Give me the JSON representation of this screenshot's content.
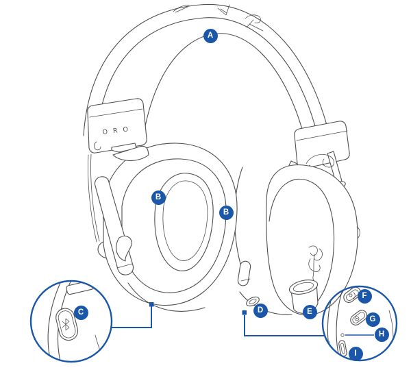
{
  "colors": {
    "accent": "#1a57a8",
    "line": "#4d4d4d",
    "background": "#ffffff"
  },
  "diagram": {
    "type": "product-callout-diagram",
    "subject": "wireless gaming headset line drawing with magnified detail circles",
    "slider_marking": "O R O",
    "callouts": [
      {
        "id": "A"
      },
      {
        "id": "B"
      },
      {
        "id": "B"
      },
      {
        "id": "C"
      },
      {
        "id": "D"
      },
      {
        "id": "E"
      },
      {
        "id": "F"
      },
      {
        "id": "G"
      },
      {
        "id": "H"
      },
      {
        "id": "I"
      }
    ],
    "icons": [
      {
        "name": "razer-wordmark-icon"
      },
      {
        "name": "razer-snake-logo-icon"
      },
      {
        "name": "bluetooth-icon"
      },
      {
        "name": "mic-icon"
      },
      {
        "name": "power-icon"
      },
      {
        "name": "led-indicator-dot"
      },
      {
        "name": "usb-c-port-icon"
      }
    ]
  }
}
